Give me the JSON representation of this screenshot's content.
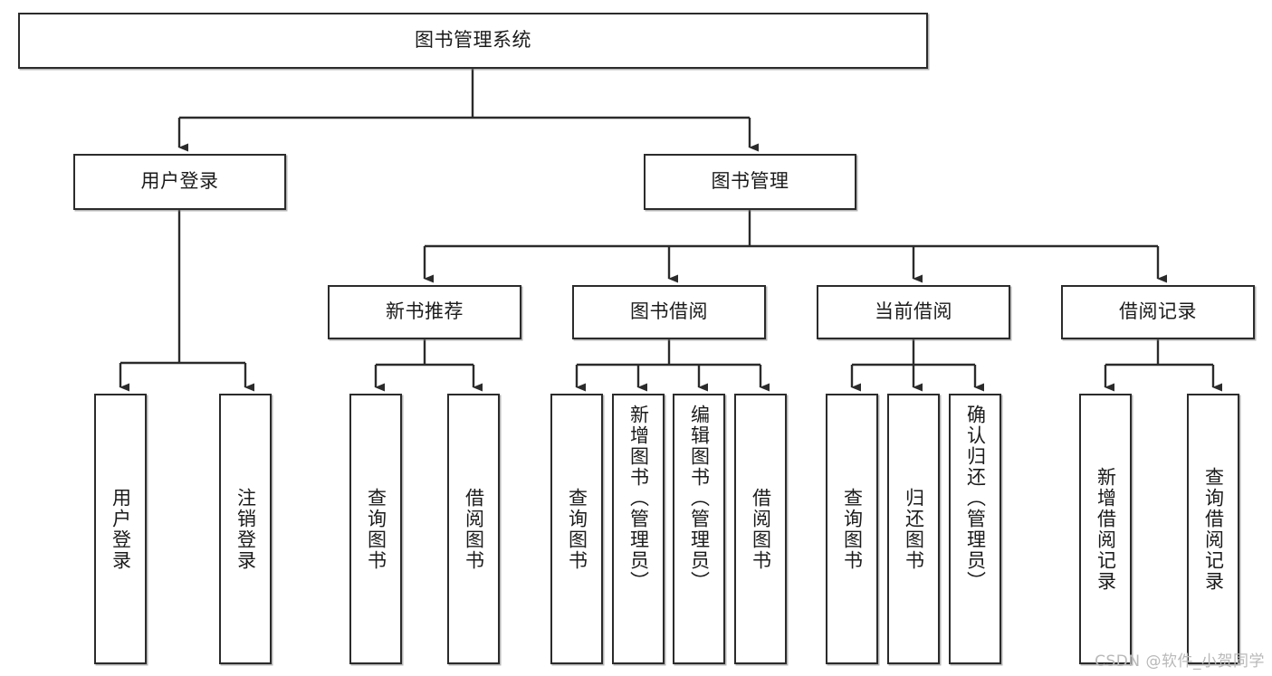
{
  "diagram": {
    "type": "tree-hierarchy",
    "title": "图书管理系统",
    "orientation": "top-down",
    "colors": {
      "box_border": "#2b2b2b",
      "box_fill": "#ffffff",
      "connector": "#2b2b2b",
      "text": "#1b1b1b",
      "watermark": "#b9b9b9",
      "background": "#ffffff"
    }
  },
  "root": {
    "label": "图书管理系统"
  },
  "level2": [
    {
      "label": "用户登录"
    },
    {
      "label": "图书管理"
    }
  ],
  "level3": [
    {
      "label": "新书推荐"
    },
    {
      "label": "图书借阅"
    },
    {
      "label": "当前借阅"
    },
    {
      "label": "借阅记录"
    }
  ],
  "leaves": {
    "user_login": [
      {
        "label": "用户登录"
      },
      {
        "label": "注销登录"
      }
    ],
    "new_book_recommend": [
      {
        "label": "查询图书"
      },
      {
        "label": "借阅图书"
      }
    ],
    "book_borrow": [
      {
        "label": "查询图书"
      },
      {
        "label": "新增图书（管理员）"
      },
      {
        "label": "编辑图书（管理员）"
      },
      {
        "label": "借阅图书"
      }
    ],
    "current_borrow": [
      {
        "label": "查询图书"
      },
      {
        "label": "归还图书"
      },
      {
        "label": "确认归还（管理员）"
      }
    ],
    "borrow_records": [
      {
        "label": "新增借阅记录"
      },
      {
        "label": "查询借阅记录"
      }
    ]
  },
  "watermark": {
    "text": "CSDN @软件_小贺同学"
  }
}
